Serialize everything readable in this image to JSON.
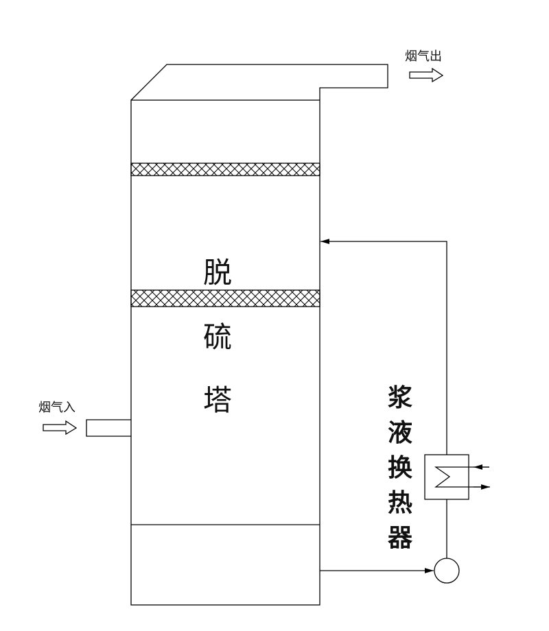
{
  "labels": {
    "flue_gas_out": "烟气出",
    "flue_gas_in": "烟气入",
    "tower": [
      "脱",
      "硫",
      "塔"
    ],
    "heat_exchanger": [
      "浆",
      "液",
      "换",
      "热",
      "器"
    ]
  }
}
